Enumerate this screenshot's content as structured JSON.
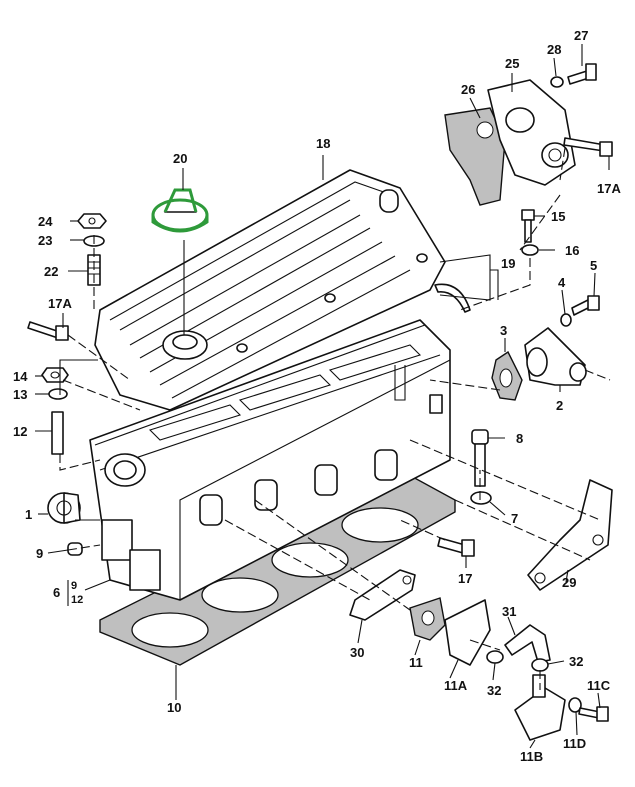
{
  "labels": {
    "l1": "1",
    "l2": "2",
    "l3": "3",
    "l4": "4",
    "l5": "5",
    "l6": "6",
    "l7": "7",
    "l8": "8",
    "l9": "9",
    "l9b": "9",
    "l10": "10",
    "l11": "11",
    "l11A": "11A",
    "l11B": "11B",
    "l11C": "11C",
    "l11D": "11D",
    "l12": "12",
    "l12b": "12",
    "l13": "13",
    "l14": "14",
    "l15": "15",
    "l16": "16",
    "l17": "17",
    "l17Aleft": "17A",
    "l17Aright": "17A",
    "l18": "18",
    "l19": "19",
    "l20": "20",
    "l22": "22",
    "l23": "23",
    "l24": "24",
    "l25": "25",
    "l26": "26",
    "l27": "27",
    "l28": "28",
    "l29": "29",
    "l30": "30",
    "l31": "31",
    "l32a": "32",
    "l32b": "32"
  },
  "highlight_color": "#2e9a3a"
}
